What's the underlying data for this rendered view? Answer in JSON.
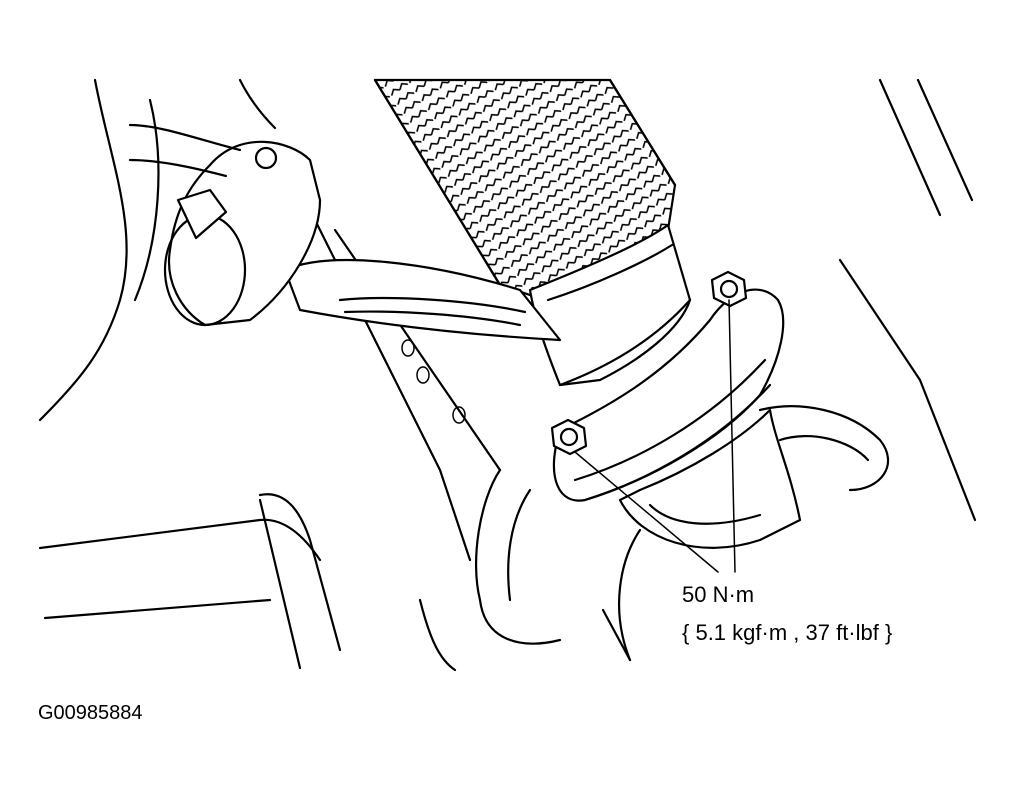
{
  "figure": {
    "id_label": "G00985884"
  },
  "callout": {
    "torque_line1": "50 N·m",
    "torque_line2": "{ 5.1 kgf·m , 37 ft·lbf }"
  },
  "colors": {
    "ink": "#000000",
    "paper": "#ffffff"
  }
}
